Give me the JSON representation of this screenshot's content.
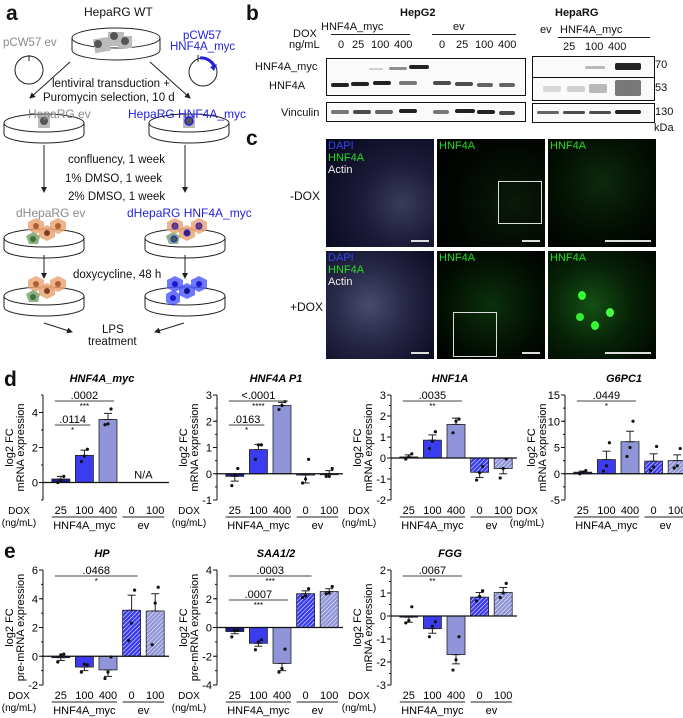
{
  "panels": {
    "a": {
      "label": "a",
      "title": "HepaRG WT",
      "plasmid_ev": "pCW57 ev",
      "plasmid_myc_line1": "pCW57",
      "plasmid_myc_line2": "HNF4A_myc",
      "transduction_line1": "lentiviral transduction +",
      "transduction_line2": "Puromycin selection, 10 d",
      "line_ev": "HepaRG ev",
      "line_myc": "HepaRG HNF4A_myc",
      "step1": "confluency, 1 week",
      "step2": "1% DMSO, 1 week",
      "step3": "2% DMSO, 1 week",
      "diff_ev": "dHepaRG ev",
      "diff_myc": "dHepaRG HNF4A_myc",
      "dox_step": "doxycycline, 48 h",
      "lps_line1": "LPS",
      "lps_line2": "treatment",
      "colors": {
        "ev_text": "#8a8a8a",
        "myc_text": "#2222dd",
        "hepatocyte": "#e8a070",
        "cholangiocyte": "#8fb080",
        "induced": "#4a55ff"
      }
    },
    "b": {
      "label": "b",
      "hepg2": {
        "title": "HepG2",
        "group_myc": "HNF4A_myc",
        "group_ev": "ev",
        "dox_label_line1": "DOX",
        "dox_label_line2": "ng/mL",
        "doses_myc": [
          "0",
          "25",
          "100",
          "400"
        ],
        "doses_ev": [
          "0",
          "25",
          "100",
          "400"
        ],
        "rows": [
          "HNF4A_myc",
          "HNF4A",
          "Vinculin"
        ]
      },
      "heparg": {
        "title": "HepaRG",
        "col_ev": "ev",
        "group_myc": "HNF4A_myc",
        "doses_myc": [
          "25",
          "100",
          "400"
        ],
        "markers": [
          "70",
          "53",
          "130"
        ],
        "unit": "kDa"
      }
    },
    "c": {
      "label": "c",
      "rows": [
        "-DOX",
        "+DOX"
      ],
      "merged_labels": [
        "DAPI",
        "HNF4A",
        "Actin"
      ],
      "channel_label": "HNF4A",
      "colors": {
        "dapi": "#3344ff",
        "hnf4a": "#22dd22",
        "actin": "#eeeeee"
      }
    },
    "d": {
      "label": "d"
    },
    "e": {
      "label": "e"
    }
  },
  "chart_data": [
    {
      "panel": "d",
      "type": "bar",
      "title": "HNF4A_myc",
      "ylabel": "log2 FC mRNA expression",
      "ylim": [
        -1,
        5
      ],
      "yticks": [
        0,
        2,
        4
      ],
      "categories": [
        "25",
        "100",
        "400",
        "0",
        "100"
      ],
      "groups": [
        {
          "name": "HNF4A_myc",
          "span": [
            0,
            2
          ]
        },
        {
          "name": "ev",
          "span": [
            3,
            4
          ]
        }
      ],
      "xlabel_left": [
        "DOX",
        "(ng/mL)"
      ],
      "values": [
        0.2,
        1.55,
        3.6,
        null,
        null
      ],
      "errors": [
        0.15,
        0.3,
        0.35,
        null,
        null
      ],
      "points": [
        [
          0.0,
          0.1,
          0.35
        ],
        [
          1.2,
          1.5,
          1.9
        ],
        [
          3.3,
          3.35,
          4.2
        ],
        [],
        []
      ],
      "annotation": "N/A",
      "significance": [
        {
          "from": 0,
          "to": 1,
          "p": ".0114",
          "stars": "*"
        },
        {
          "from": 0,
          "to": 2,
          "p": ".0002",
          "stars": "***"
        }
      ]
    },
    {
      "panel": "d",
      "type": "bar",
      "title": "HNF4A P1",
      "ylabel": "log2 FC mRNA expression",
      "ylim": [
        -1,
        3
      ],
      "yticks": [
        -1,
        0,
        1,
        2,
        3
      ],
      "categories": [
        "25",
        "100",
        "400",
        "0",
        "100"
      ],
      "groups": [
        {
          "name": "HNF4A_myc",
          "span": [
            0,
            2
          ]
        },
        {
          "name": "ev",
          "span": [
            3,
            4
          ]
        }
      ],
      "xlabel_left": [
        "DOX",
        "(ng/mL)"
      ],
      "values": [
        -0.1,
        0.92,
        2.6,
        -0.05,
        0.0
      ],
      "errors": [
        0.18,
        0.2,
        0.12,
        0.3,
        0.12
      ],
      "points": [
        [
          -0.45,
          -0.05,
          0.2
        ],
        [
          0.55,
          1.1,
          1.1
        ],
        [
          2.45,
          2.6,
          2.75
        ],
        [
          -0.35,
          -0.2,
          0.55
        ],
        [
          -0.1,
          -0.1,
          0.2
        ]
      ],
      "significance": [
        {
          "from": 0,
          "to": 1,
          "p": ".0163",
          "stars": "*"
        },
        {
          "from": 0,
          "to": 2,
          "p": "<.0001",
          "stars": "****"
        }
      ]
    },
    {
      "panel": "d",
      "type": "bar",
      "title": "HNF1A",
      "ylabel": "log2 FC mRNA expression",
      "ylim": [
        -2,
        3
      ],
      "yticks": [
        -2,
        -1,
        0,
        1,
        2,
        3
      ],
      "categories": [
        "25",
        "100",
        "400",
        "0",
        "100"
      ],
      "groups": [
        {
          "name": "HNF4A_myc",
          "span": [
            0,
            2
          ]
        },
        {
          "name": "ev",
          "span": [
            3,
            4
          ]
        }
      ],
      "xlabel_left": [
        "DOX",
        "(ng/mL)"
      ],
      "values": [
        0.05,
        0.85,
        1.6,
        -0.68,
        -0.5
      ],
      "errors": [
        0.1,
        0.25,
        0.3,
        0.25,
        0.25
      ],
      "points": [
        [
          -0.05,
          0.05,
          0.2
        ],
        [
          0.45,
          0.8,
          1.25
        ],
        [
          1.2,
          1.75,
          1.85
        ],
        [
          -1.05,
          -0.7,
          -0.4
        ],
        [
          -0.95,
          -0.5,
          -0.05
        ]
      ],
      "significance": [
        {
          "from": 0,
          "to": 2,
          "p": ".0035",
          "stars": "**"
        }
      ]
    },
    {
      "panel": "d",
      "type": "bar",
      "title": "G6PC1",
      "ylabel": "log2 FC mRNA expression",
      "ylim": [
        -5,
        15
      ],
      "yticks": [
        -5,
        0,
        5,
        10,
        15
      ],
      "categories": [
        "25",
        "100",
        "400",
        "0",
        "100"
      ],
      "groups": [
        {
          "name": "HNF4A_myc",
          "span": [
            0,
            2
          ]
        },
        {
          "name": "ev",
          "span": [
            3,
            4
          ]
        }
      ],
      "xlabel_left": [
        "DOX",
        "(ng/mL)"
      ],
      "values": [
        0.3,
        2.7,
        6.1,
        2.4,
        2.5
      ],
      "errors": [
        0.2,
        1.6,
        2.0,
        1.4,
        1.1
      ],
      "points": [
        [
          0.0,
          0.3,
          0.6
        ],
        [
          0.5,
          1.5,
          5.9
        ],
        [
          3.3,
          5.0,
          10.0
        ],
        [
          0.6,
          1.3,
          5.2
        ],
        [
          1.1,
          1.5,
          4.8
        ]
      ],
      "significance": [
        {
          "from": 0,
          "to": 2,
          "p": ".0449",
          "stars": "*"
        }
      ]
    },
    {
      "panel": "e",
      "type": "bar",
      "title": "HP",
      "ylabel": "log2 FC pre-mRNA expression",
      "ylim": [
        -2,
        6
      ],
      "yticks": [
        -2,
        0,
        2,
        4,
        6
      ],
      "categories": [
        "25",
        "100",
        "400",
        "0",
        "100"
      ],
      "groups": [
        {
          "name": "HNF4A_myc",
          "span": [
            0,
            2
          ]
        },
        {
          "name": "ev",
          "span": [
            3,
            4
          ]
        }
      ],
      "xlabel_left": [
        "DOX",
        "(ng/mL)"
      ],
      "values": [
        -0.1,
        -0.75,
        -0.95,
        3.2,
        3.15
      ],
      "errors": [
        0.2,
        0.25,
        0.45,
        1.05,
        1.2
      ],
      "points": [
        [
          -0.4,
          0.1,
          0.15
        ],
        [
          -1.1,
          -0.55,
          -0.6
        ],
        [
          -1.55,
          -1.1,
          -0.05
        ],
        [
          1.1,
          2.3,
          4.6
        ],
        [
          0.8,
          3.7,
          4.8
        ]
      ],
      "significance": [
        {
          "from": 0,
          "to": 3,
          "p": ".0468",
          "stars": "*"
        }
      ]
    },
    {
      "panel": "e",
      "type": "bar",
      "title": "SAA1/2",
      "ylabel": "log2 FC pre-mRNA expression",
      "ylim": [
        -4,
        4
      ],
      "yticks": [
        -4,
        -2,
        0,
        2,
        4
      ],
      "categories": [
        "25",
        "100",
        "400",
        "0",
        "100"
      ],
      "groups": [
        {
          "name": "HNF4A_myc",
          "span": [
            0,
            2
          ]
        },
        {
          "name": "ev",
          "span": [
            3,
            4
          ]
        }
      ],
      "xlabel_left": [
        "DOX",
        "(ng/mL)"
      ],
      "values": [
        -0.28,
        -1.1,
        -2.5,
        2.35,
        2.5
      ],
      "errors": [
        0.15,
        0.2,
        0.5,
        0.2,
        0.2
      ],
      "points": [
        [
          -0.65,
          -0.2,
          -0.2
        ],
        [
          -1.55,
          -1.0,
          -0.85
        ],
        [
          -3.1,
          -2.85,
          -1.5
        ],
        [
          2.1,
          2.2,
          2.7
        ],
        [
          2.35,
          2.4,
          2.85
        ]
      ],
      "significance": [
        {
          "from": 0,
          "to": 2,
          "p": ".0007",
          "stars": "***"
        },
        {
          "from": 0,
          "to": 3,
          "p": ".0003",
          "stars": "***"
        }
      ]
    },
    {
      "panel": "e",
      "type": "bar",
      "title": "FGG",
      "ylabel": "log2 FC mRNA expression",
      "ylim": [
        -3,
        2
      ],
      "yticks": [
        -3,
        -2,
        -1,
        0,
        1,
        2
      ],
      "categories": [
        "25",
        "100",
        "400",
        "0",
        "100"
      ],
      "groups": [
        {
          "name": "HNF4A_myc",
          "span": [
            0,
            2
          ]
        },
        {
          "name": "ev",
          "span": [
            3,
            4
          ]
        }
      ],
      "xlabel_left": [
        "DOX",
        "(ng/mL)"
      ],
      "values": [
        -0.05,
        -0.55,
        -1.68,
        0.82,
        1.02
      ],
      "errors": [
        0.22,
        0.2,
        0.4,
        0.2,
        0.22
      ],
      "points": [
        [
          -0.3,
          -0.2,
          0.4
        ],
        [
          -0.9,
          -0.45,
          -0.25
        ],
        [
          -2.35,
          -1.9,
          -0.9
        ],
        [
          0.65,
          0.85,
          1.1
        ],
        [
          0.8,
          1.0,
          1.42
        ]
      ],
      "significance": [
        {
          "from": 0,
          "to": 2,
          "p": ".0067",
          "stars": "**"
        }
      ]
    }
  ],
  "bar_colors": [
    "#1a1a8c",
    "#3b3bf0",
    "#8f95d8",
    "#3b3bf0",
    "#8f95d8"
  ],
  "bar_hatched": [
    false,
    false,
    false,
    true,
    true
  ]
}
